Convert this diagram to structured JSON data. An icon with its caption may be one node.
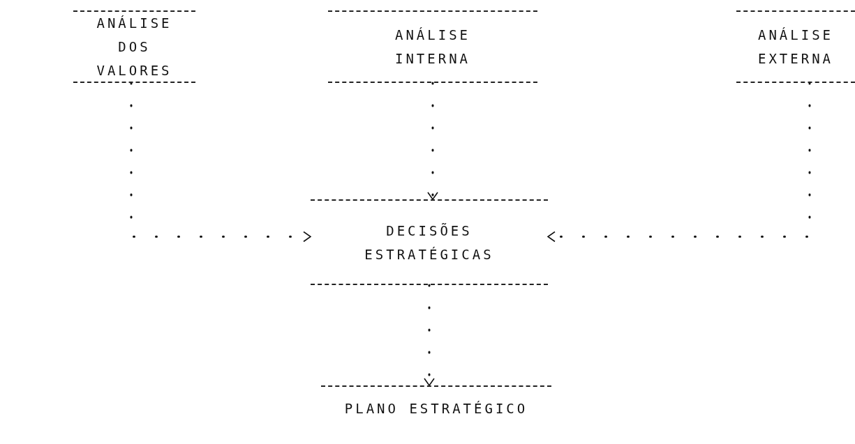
{
  "diagram": {
    "nodes": [
      {
        "text": [
          "ANÁLISE DOS VALORES"
        ]
      },
      {
        "text": [
          "ANÁLISE INTERNA"
        ]
      },
      {
        "text": [
          "ANÁLISE EXTERNA"
        ]
      },
      {
        "text": [
          "DECISÕES ESTRATÉGICAS"
        ]
      },
      {
        "text": [
          "PLANO ESTRATÉGICO"
        ]
      }
    ],
    "edges": [
      {
        "from": 0,
        "to": 3,
        "arrow": "to",
        "style": "dashed"
      },
      {
        "from": 1,
        "to": 3,
        "arrow": "to",
        "style": "dashed"
      },
      {
        "from": 2,
        "to": 3,
        "arrow": "to",
        "style": "dashed"
      },
      {
        "from": 3,
        "to": 4,
        "arrow": "to",
        "style": "dashed"
      }
    ]
  }
}
